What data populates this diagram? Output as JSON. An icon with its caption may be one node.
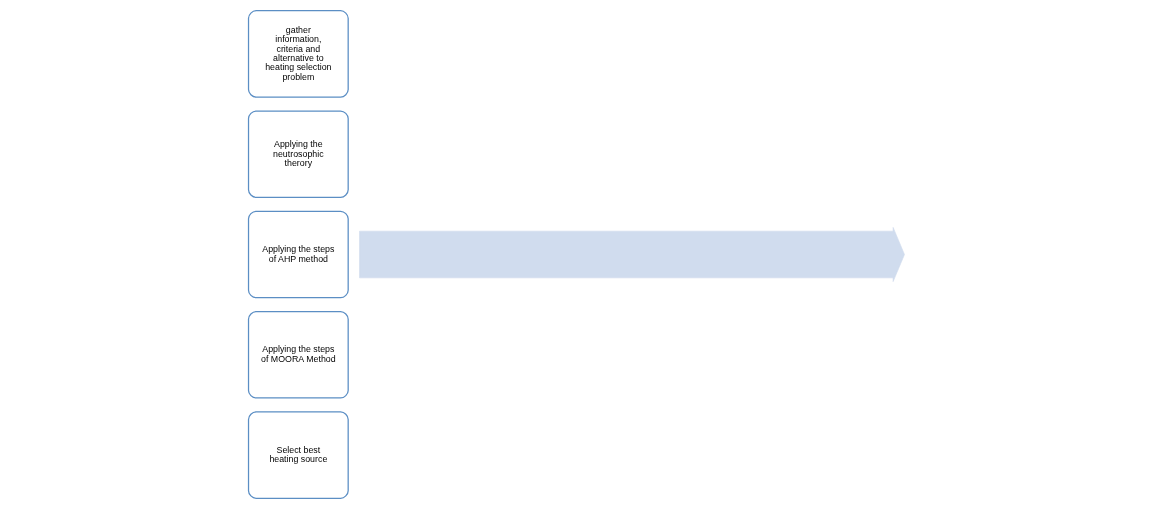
{
  "diagram": {
    "nodes": [
      {
        "text": [],
        "shape": "arrow"
      },
      {
        "text": [
          "gather information, criteria and alternative to heating selection problem"
        ]
      },
      {
        "text": [
          "Applying the neutrosophic therory"
        ]
      },
      {
        "text": [
          "Applying the steps of AHP method"
        ]
      },
      {
        "text": [
          "Applying the steps of MOORA Method"
        ]
      },
      {
        "text": [
          "Select best heating source"
        ]
      }
    ]
  }
}
